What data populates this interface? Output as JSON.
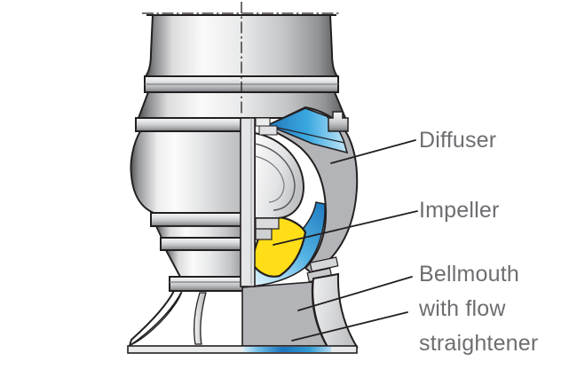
{
  "figure": {
    "labels": {
      "diffuser": "Diffuser",
      "impeller": "Impeller",
      "bellmouth_line1": "Bellmouth",
      "bellmouth_line2": "with flow",
      "bellmouth_line3": "straightener"
    },
    "colors": {
      "label_text": "#6d6e71",
      "outline": "#231f20",
      "section_gray": "#b3b4b7",
      "impeller_yellow": "#ffde17",
      "flow_blue_dark": "#1b75bc",
      "flow_blue_light": "#c3e7f8",
      "metal_light": "#fafafa",
      "metal_dark": "#4d4e50",
      "background": "#ffffff"
    }
  }
}
